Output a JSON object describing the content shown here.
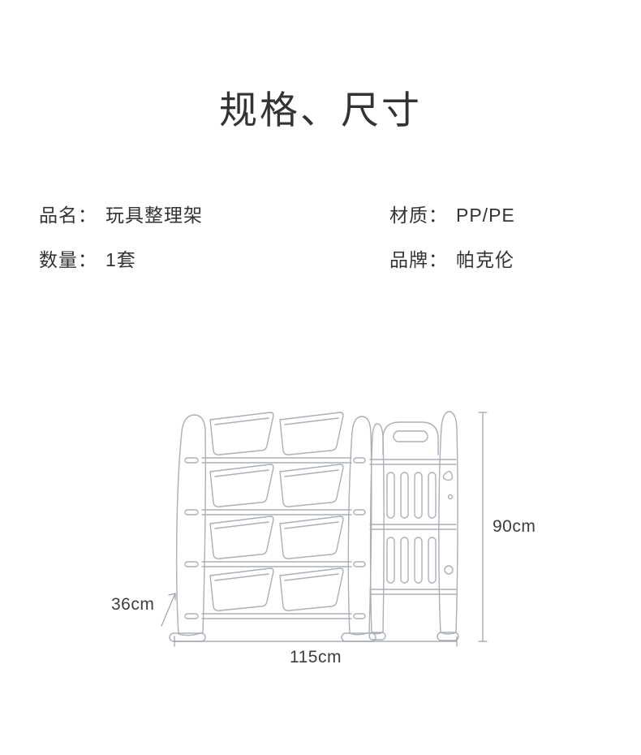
{
  "page": {
    "title": "规格、尺寸"
  },
  "specs": [
    {
      "label": "品名：",
      "value": "玩具整理架"
    },
    {
      "label": "材质：",
      "value": "PP/PE"
    },
    {
      "label": "数量：",
      "value": "1套"
    },
    {
      "label": "品牌：",
      "value": "帕克伦"
    }
  ],
  "dimensions": {
    "height": "90cm",
    "depth": "36cm",
    "width": "115cm"
  },
  "illustration": {
    "name": "toy-storage-rack-line-drawing"
  },
  "colors": {
    "text": "#333333",
    "line_art": "#aab0b6"
  }
}
